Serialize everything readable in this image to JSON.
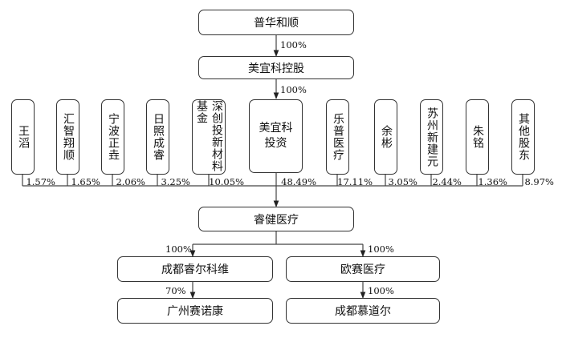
{
  "entities": {
    "puhuahesun": "普华和顺",
    "meiyikonggu": "美宜科控股",
    "meiyikotouzi": "美宜科投资",
    "ruijian": "睿健医疗",
    "chengdu_ruierkewei": "成都睿尔科维",
    "ousai": "欧赛医疗",
    "guangzhou_sainuokang": "广州赛诺康",
    "chengdu_mudaoer": "成都慕道尔"
  },
  "shareholders": [
    {
      "name": "王滔",
      "pct": "1.57%"
    },
    {
      "name": "汇智翔顺",
      "pct": "1.65%"
    },
    {
      "name": "宁波正垚",
      "pct": "2.06%"
    },
    {
      "name": "日照成睿",
      "pct": "3.25%"
    },
    {
      "name": "深创投新材料基金",
      "pct": "10.05%"
    },
    {
      "name": "美宜科投资",
      "pct": "48.49%"
    },
    {
      "name": "乐普医疗",
      "pct": "17.11%"
    },
    {
      "name": "余彬",
      "pct": "3.05%"
    },
    {
      "name": "苏州新建元",
      "pct": "2.44%"
    },
    {
      "name": "朱铭",
      "pct": "1.36%"
    },
    {
      "name": "其他股东",
      "pct": "8.97%"
    }
  ],
  "links": {
    "puhua_to_konggu": "100%",
    "konggu_to_touzi": "100%",
    "ruijian_to_ruierkewei": "100%",
    "ruijian_to_ousai": "100%",
    "ruierkewei_to_sainuokang": "70%",
    "ousai_to_mudaoer": "100%"
  }
}
